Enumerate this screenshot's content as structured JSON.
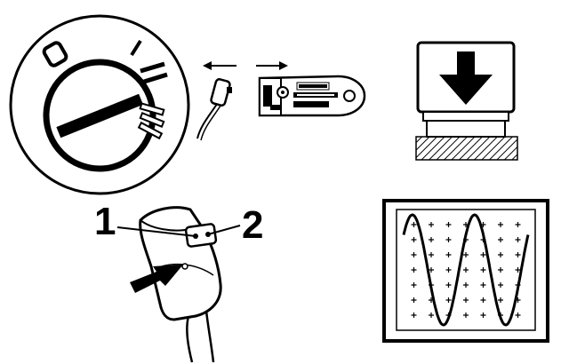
{
  "panels": {
    "lamp_switch": {
      "positions": [
        "0",
        "|",
        "||",
        "|||"
      ],
      "knob_angle_deg": -22
    },
    "key_module": {
      "arrows": [
        "left",
        "right"
      ],
      "label_line_1": "",
      "label_line_2": ""
    },
    "press_button": {
      "arrow": "down"
    },
    "sensor": {
      "callouts": [
        "1",
        "2"
      ]
    },
    "oscilloscope": {
      "waveform": "sine",
      "cycles": 2,
      "grid_cols": 7,
      "grid_rows": 7
    }
  },
  "colors": {
    "ink": "#000000",
    "paper": "#ffffff"
  }
}
